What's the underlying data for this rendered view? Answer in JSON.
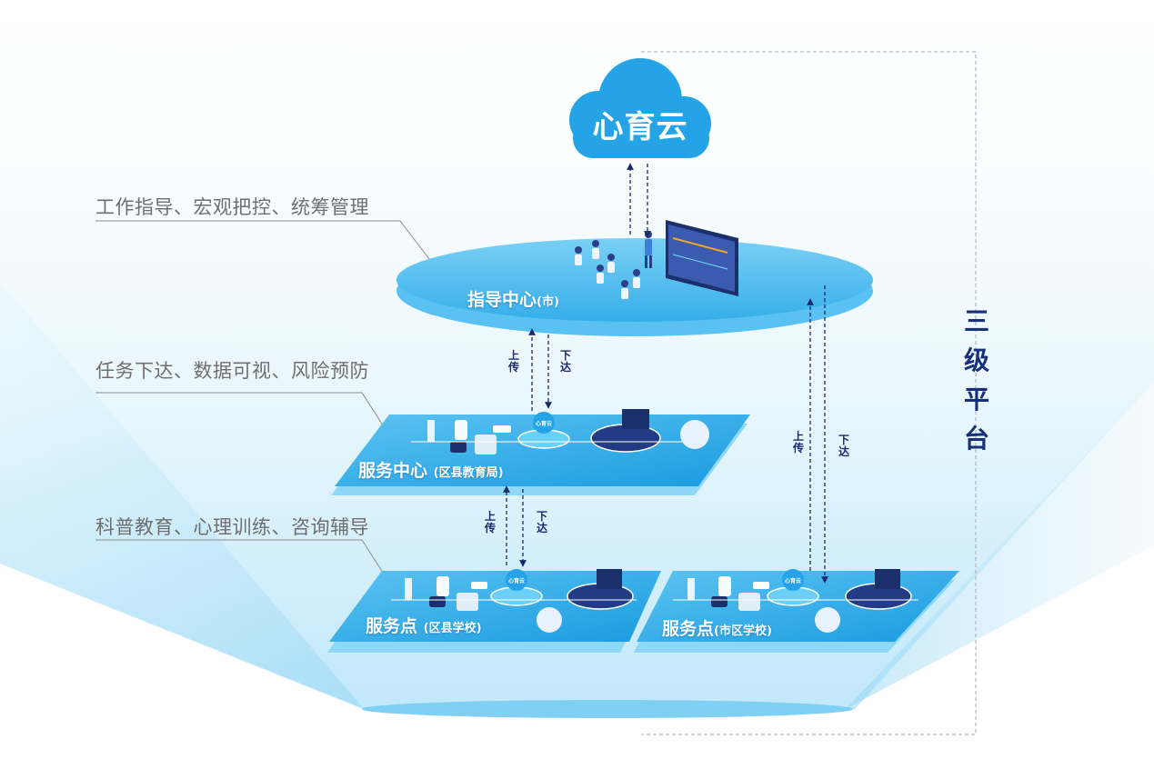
{
  "cloud": {
    "label": "心育云"
  },
  "platform_title": [
    "三",
    "级",
    "平",
    "台"
  ],
  "annotations": {
    "city": "工作指导、宏观把控、统筹管理",
    "county": "任务下达、数据可视、风险预防",
    "school": "科普教育、心理训练、咨询辅导"
  },
  "levels": {
    "guidance_center": {
      "title": "指导中心",
      "sub": "(市)"
    },
    "service_center": {
      "title": "服务中心",
      "sub": "(区县教育局)"
    },
    "service_point_county": {
      "title": "服务点",
      "sub": "(区县学校)"
    },
    "service_point_city": {
      "title": "服务点",
      "sub": "(市区学校)"
    }
  },
  "flows": {
    "upload": "上传",
    "dispatch": "下达"
  },
  "mini_cloud_label": "心育云",
  "colors": {
    "primary_blue": "#29a8e8",
    "light_blue": "#bfe8fa",
    "title_navy": "#16307a",
    "arrow_navy": "#1b2a6b",
    "annotation_gray": "#6f6f6f"
  }
}
